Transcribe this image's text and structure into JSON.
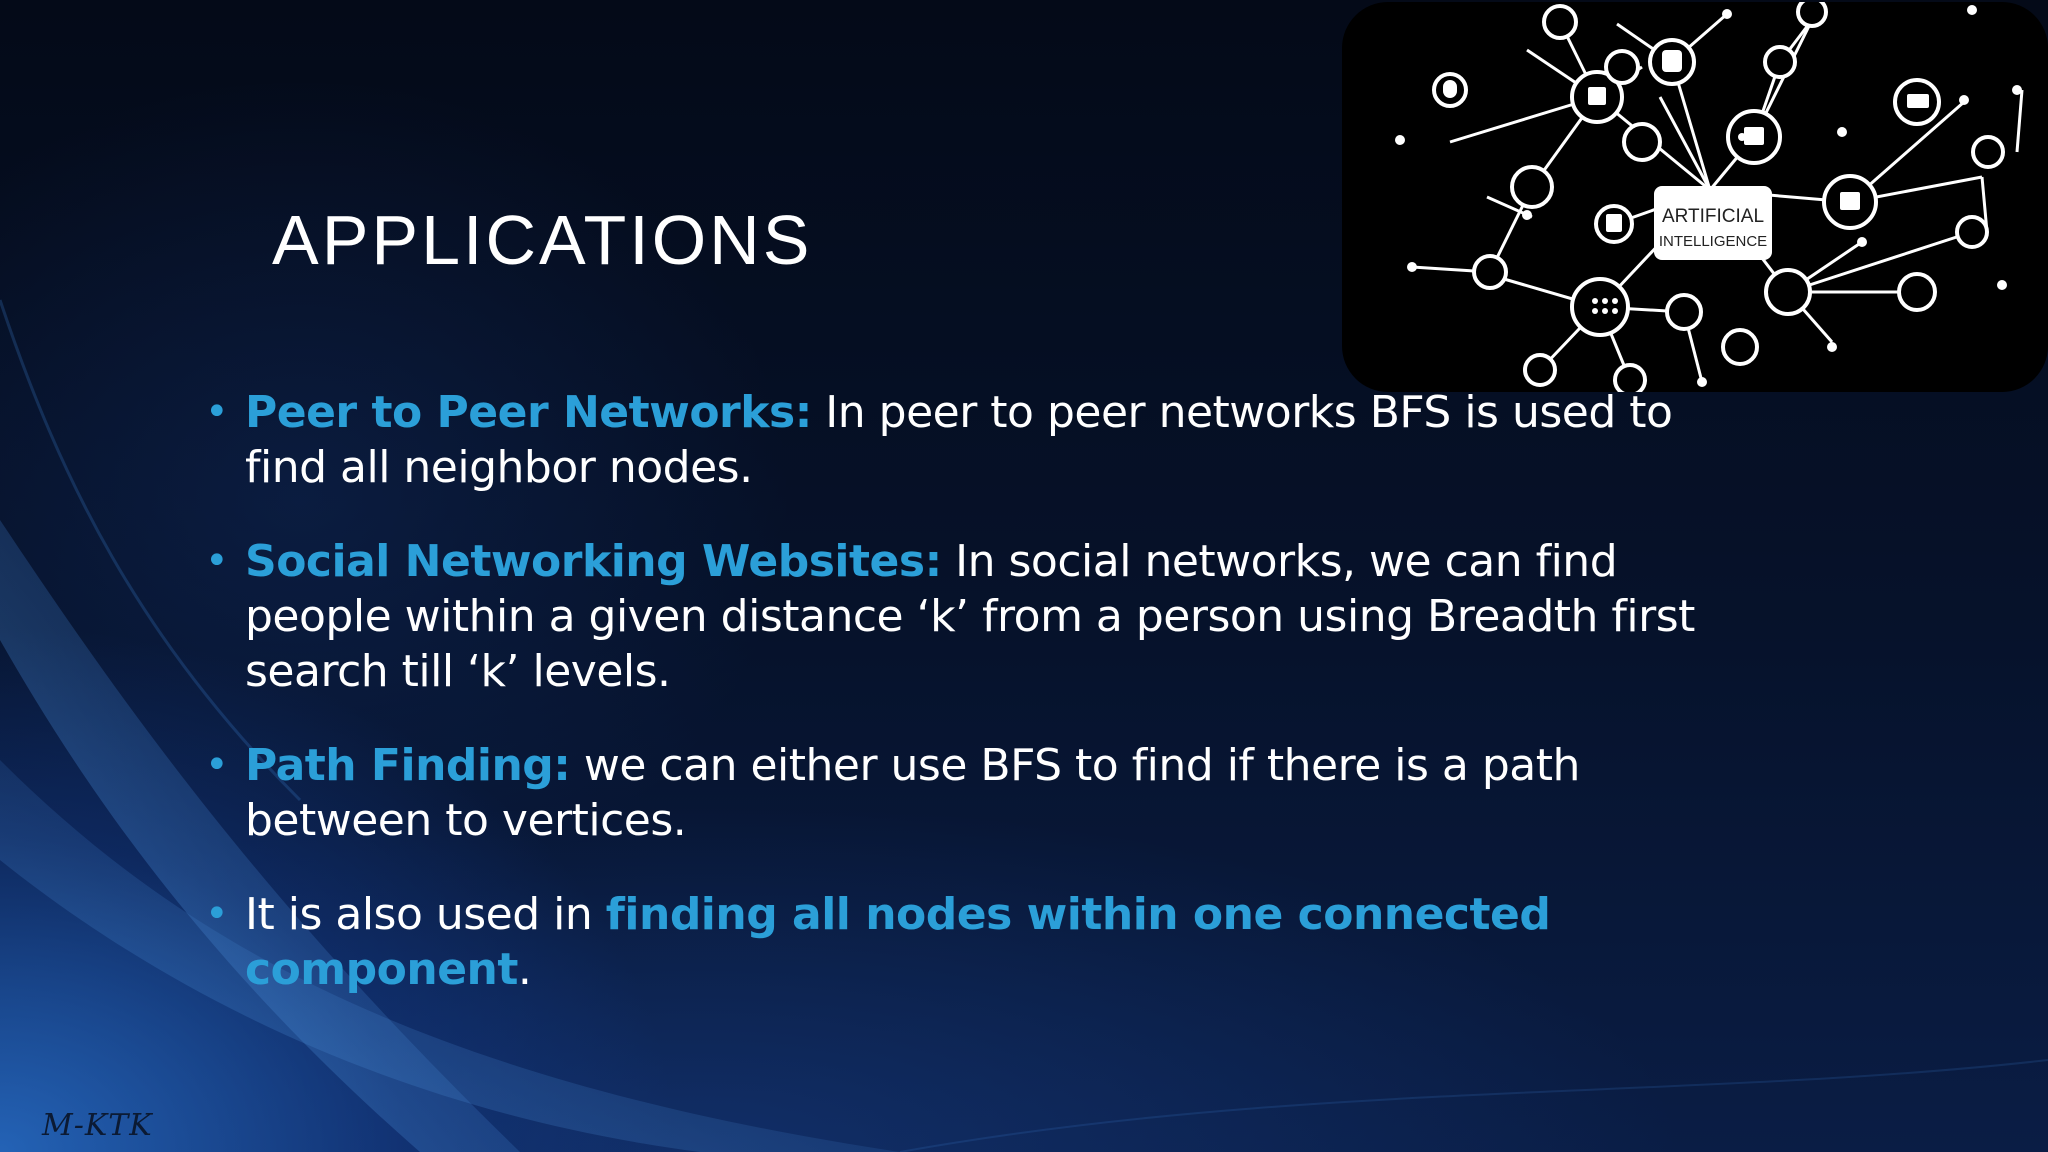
{
  "slide": {
    "title": "APPLICATIONS",
    "bullets": [
      {
        "highlight": "Peer to Peer Networks:",
        "text": " In peer to peer networks BFS is used to find all neighbor nodes."
      },
      {
        "highlight": "Social Networking Websites:",
        "text": " In social networks, we can find people within a given distance ‘k’ from a person using Breadth first search till ‘k’ levels."
      },
      {
        "highlight": "Path Finding:",
        "text": " we can either use BFS to find if there is a path between to vertices."
      },
      {
        "prefix": "It is also used in ",
        "highlight": "finding all nodes within one connected component",
        "suffix": "."
      }
    ],
    "ai_image": {
      "label_line1": "ARTIFICIAL",
      "label_line2": "INTELLIGENCE"
    },
    "watermark": "M-KTK"
  },
  "colors": {
    "accent": "#2b9fd8",
    "text": "#ffffff",
    "background": "#050d1f"
  }
}
